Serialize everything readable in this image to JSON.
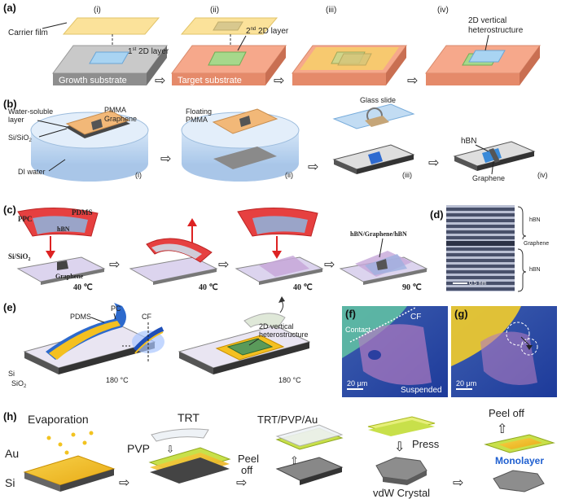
{
  "panel_labels": {
    "a": "(a)",
    "b": "(b)",
    "c": "(c)",
    "d": "(d)",
    "e": "(e)",
    "f": "(f)",
    "g": "(g)",
    "h": "(h)"
  },
  "a": {
    "steps": [
      "(i)",
      "(ii)",
      "(iii)",
      "(iv)"
    ],
    "carrier_film": "Carrier film",
    "layer1": "1",
    "layer1_sup": "st",
    "layer1_rest": " 2D layer",
    "layer2": "2",
    "layer2_sup": "nd",
    "layer2_rest": " 2D layer",
    "growth_substrate": "Growth substrate",
    "target_substrate": "Target substrate",
    "vertical_line1": "2D vertical",
    "vertical_line2": "heterostructure"
  },
  "b": {
    "water_soluble1": "Water-soluble",
    "water_soluble2": "layer",
    "pmma": "PMMA",
    "graphene": "Graphene",
    "si_sio2": "Si/SiO",
    "si_sio2_sub": "2",
    "di_water": "DI water",
    "floating1": "Floating",
    "floating2": "PMMA",
    "glass_slide": "Glass slide",
    "hbn": "hBN",
    "graphene2": "Graphene",
    "steps": [
      "(i)",
      "(ii)",
      "(iii)",
      "(iv)"
    ]
  },
  "c": {
    "ppc": "PPC",
    "pdms": "PDMS",
    "hbn": "hBN",
    "si_sio2": "Si/SiO",
    "si_sio2_sub": "2",
    "graphene": "Graphene",
    "stack": "hBN/Graphene/hBN",
    "temps": [
      "40 ℃",
      "40 ℃",
      "40 ℃",
      "90 ℃"
    ]
  },
  "d": {
    "hbn_top": "hBN",
    "graphene": "Graphene",
    "hbn_bottom": "hBN",
    "scale": "0.5 nm"
  },
  "e": {
    "pdms": "PDMS",
    "pc": "PC",
    "cf": "CF",
    "si": "Si",
    "sio2": "SiO",
    "sio2_sub": "2",
    "temp1": "180 °C",
    "vertical_line1": "2D vertical",
    "vertical_line2": "heterostructure",
    "temp2": "180 °C"
  },
  "f": {
    "cf": "CF",
    "contact": "Contact",
    "scale": "20 μm",
    "suspended": "Suspended"
  },
  "g": {
    "scale": "20 μm"
  },
  "h": {
    "evaporation": "Evaporation",
    "au": "Au",
    "si": "Si",
    "trt": "TRT",
    "pvp": "PVP",
    "trt_pvp_au": "TRT/PVP/Au",
    "peel1": "Peel",
    "peel2": "off",
    "press": "Press",
    "vdw": "vdW Crystal",
    "peel_off": "Peel off",
    "monolayer": "Monolayer"
  }
}
